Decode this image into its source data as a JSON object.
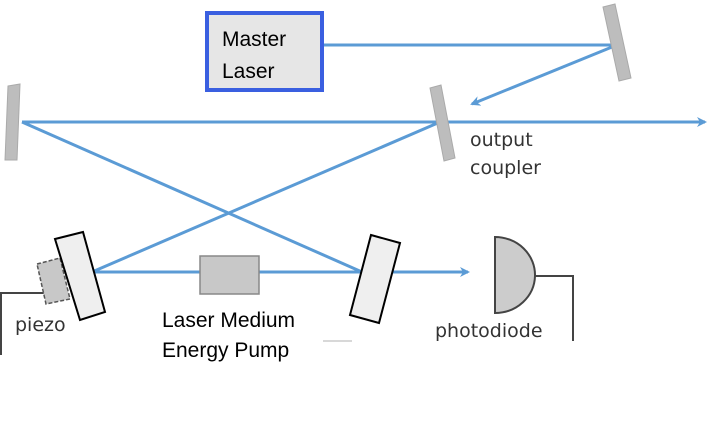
{
  "labels": {
    "master_laser_line1": "Master",
    "master_laser_line2": "Laser",
    "output_coupler_line1": "output",
    "output_coupler_line2": "coupler",
    "piezo": "piezo",
    "laser_medium": "Laser Medium",
    "energy_pump": "Energy Pump",
    "photodiode": "photodiode"
  },
  "colors": {
    "beam": "#5b9bd5",
    "master_laser_border": "#3a5fe0",
    "component_fill": "#cccccc",
    "mirror_fill": "#efefef"
  }
}
